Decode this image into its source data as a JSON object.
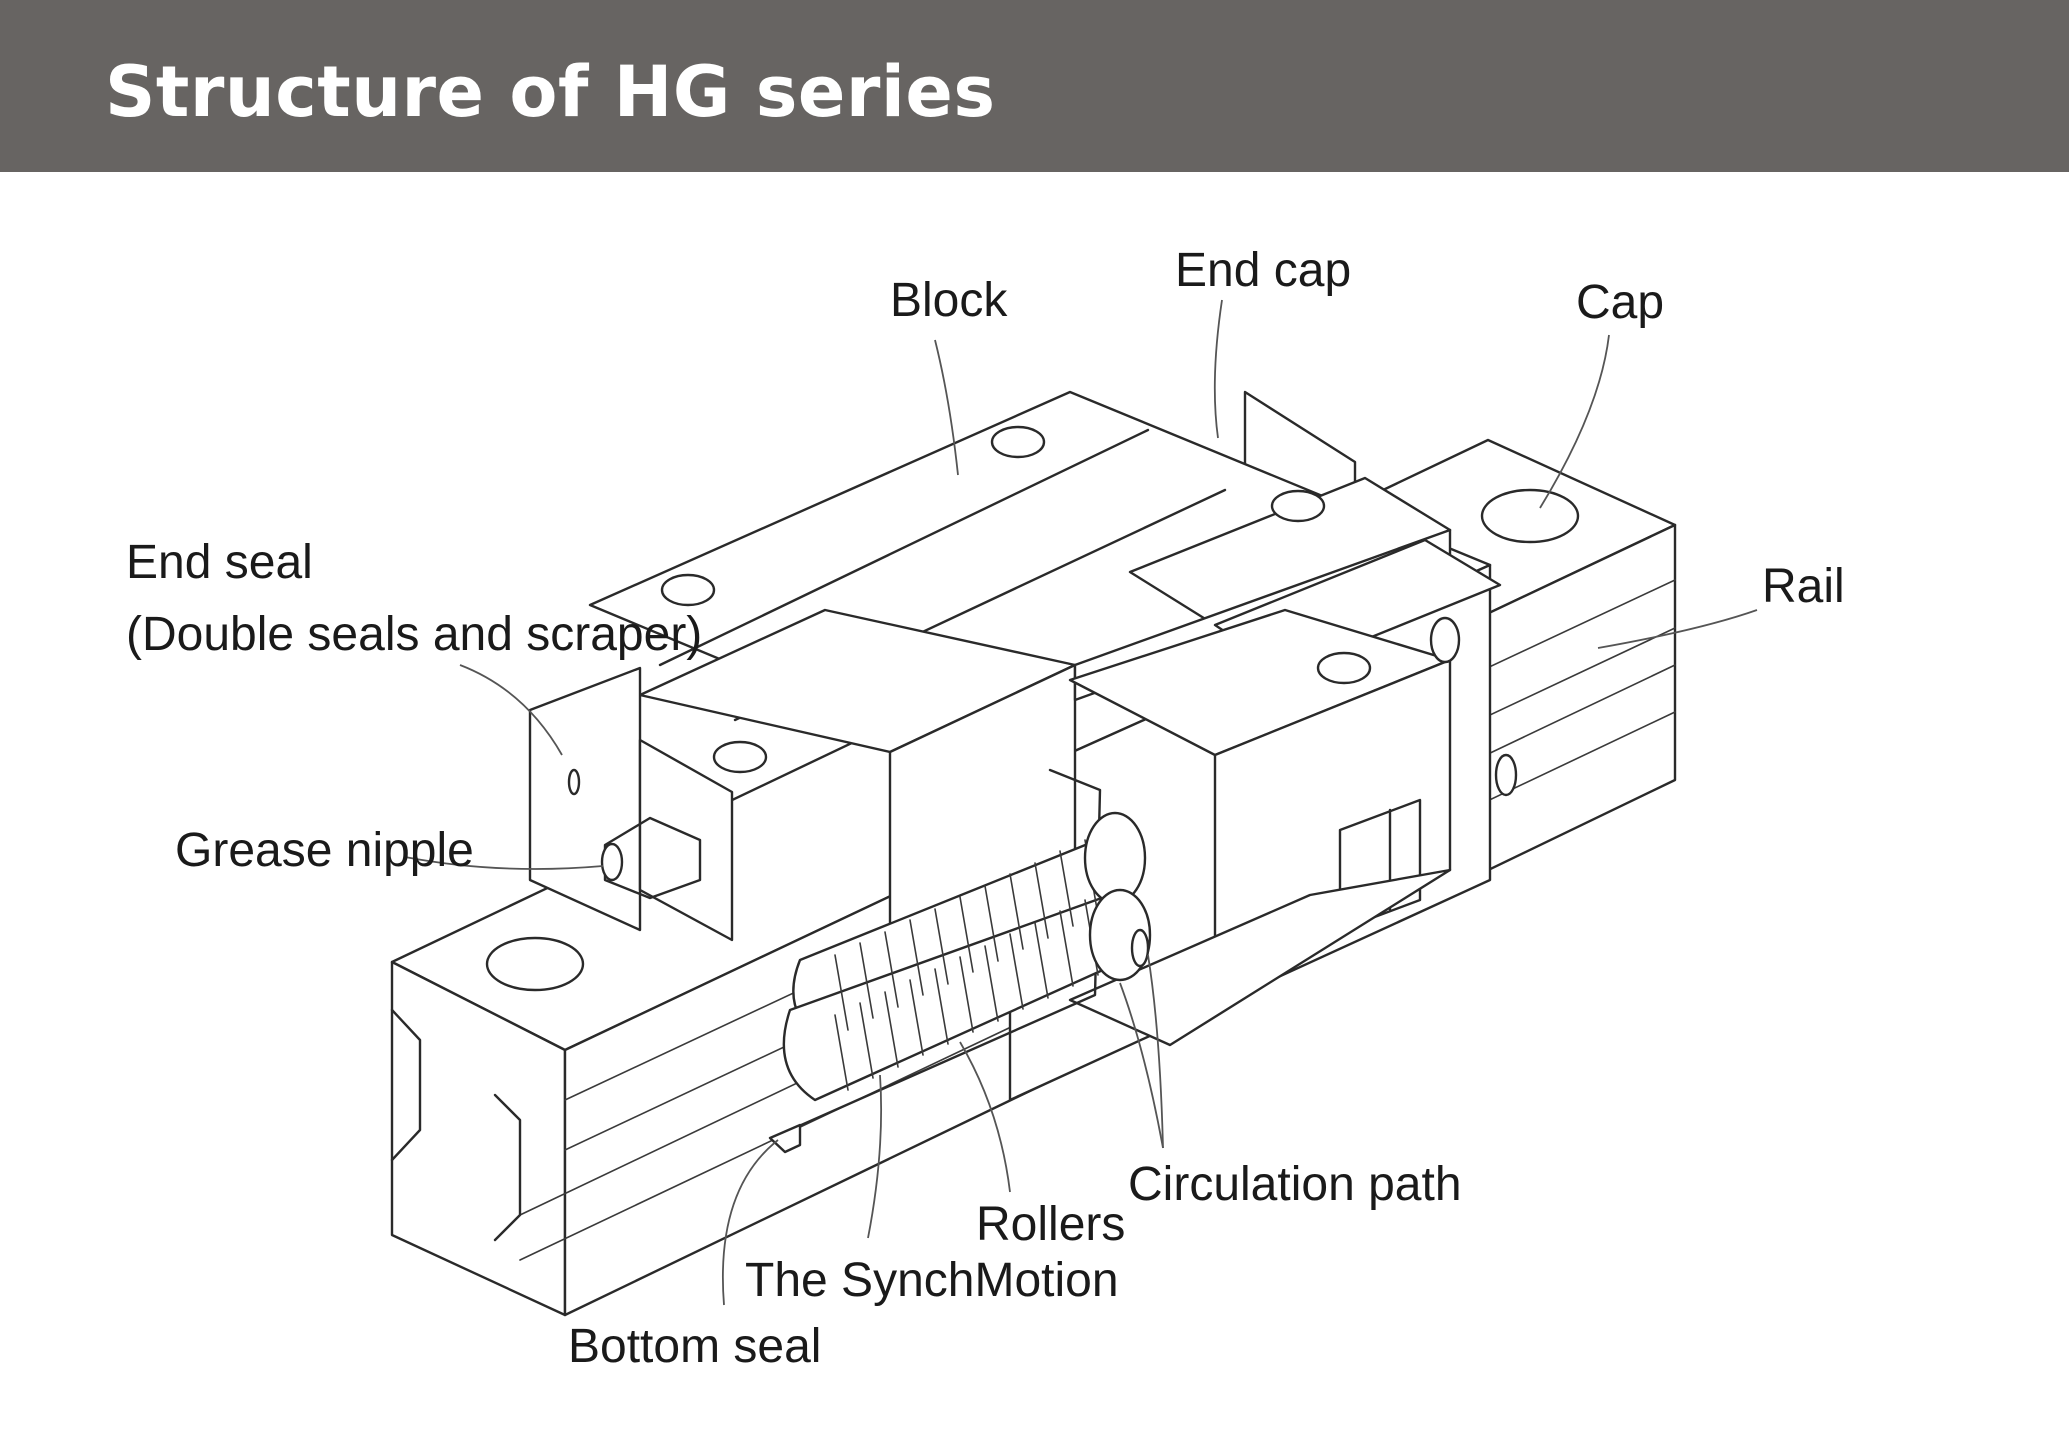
{
  "header": {
    "title": "Structure of HG series",
    "background_color": "#676462",
    "text_color": "#ffffff"
  },
  "labels": {
    "block": "Block",
    "end_cap": "End cap",
    "cap": "Cap",
    "end_seal": "End seal",
    "end_seal_detail": "(Double seals and scraper)",
    "rail": "Rail",
    "grease_nipple": "Grease nipple",
    "circulation_path": "Circulation path",
    "rollers": "Rollers",
    "synch_motion": "The SynchMotion",
    "bottom_seal": "Bottom seal"
  }
}
